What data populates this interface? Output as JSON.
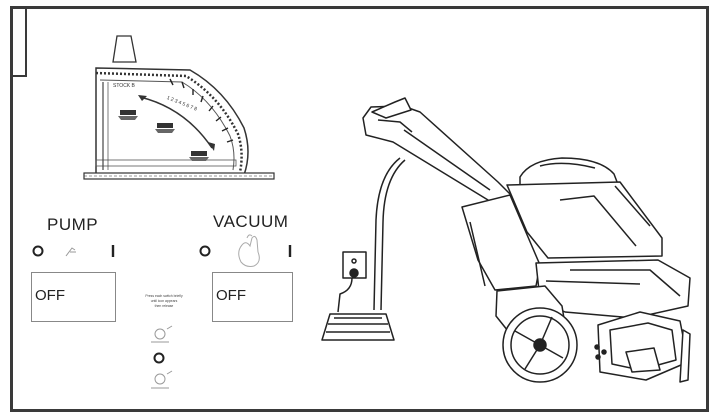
{
  "gauge": {
    "header_text": "STOCK B",
    "scale_numbers": "1 2 3 4 5 6 7 8"
  },
  "pump": {
    "title": "PUMP",
    "display": "OFF"
  },
  "vacuum": {
    "title": "VACUUM",
    "display": "OFF"
  },
  "center_note": {
    "line1": "Press each switch briefly",
    "line2": "until icon appears",
    "line3": "then release"
  },
  "icons": {
    "top": "spray-icon",
    "middle": "indicator-circle-icon",
    "bottom": "spray-icon"
  }
}
